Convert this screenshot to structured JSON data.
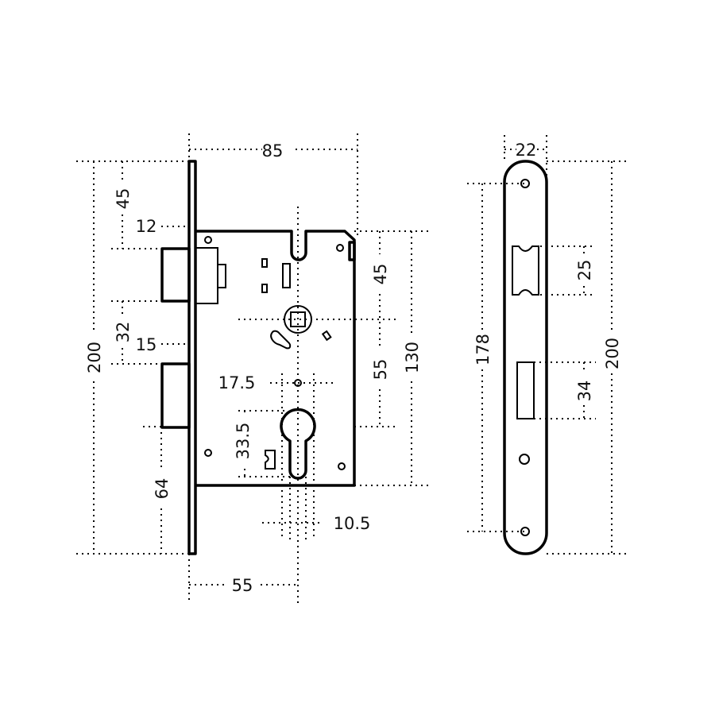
{
  "title": "Mortise lock technical drawing",
  "lock_body": {
    "dims": {
      "overall_depth": "85",
      "latch_offset_top": "45",
      "latch_projection": "12",
      "latch_to_bolt": "32",
      "bolt_projection": "15",
      "faceplate_height": "200",
      "bolt_offset_bottom": "64",
      "case_top_to_spindle": "45",
      "spindle_to_cylinder": "55",
      "case_height": "130",
      "cylinder_width": "17.5",
      "cylinder_height": "33.5",
      "cylinder_slot": "10.5",
      "backset": "55"
    }
  },
  "strike_plate": {
    "dims": {
      "width": "22",
      "latch_window": "25",
      "hole_spacing": "178",
      "height": "200",
      "bolt_window": "34"
    }
  }
}
